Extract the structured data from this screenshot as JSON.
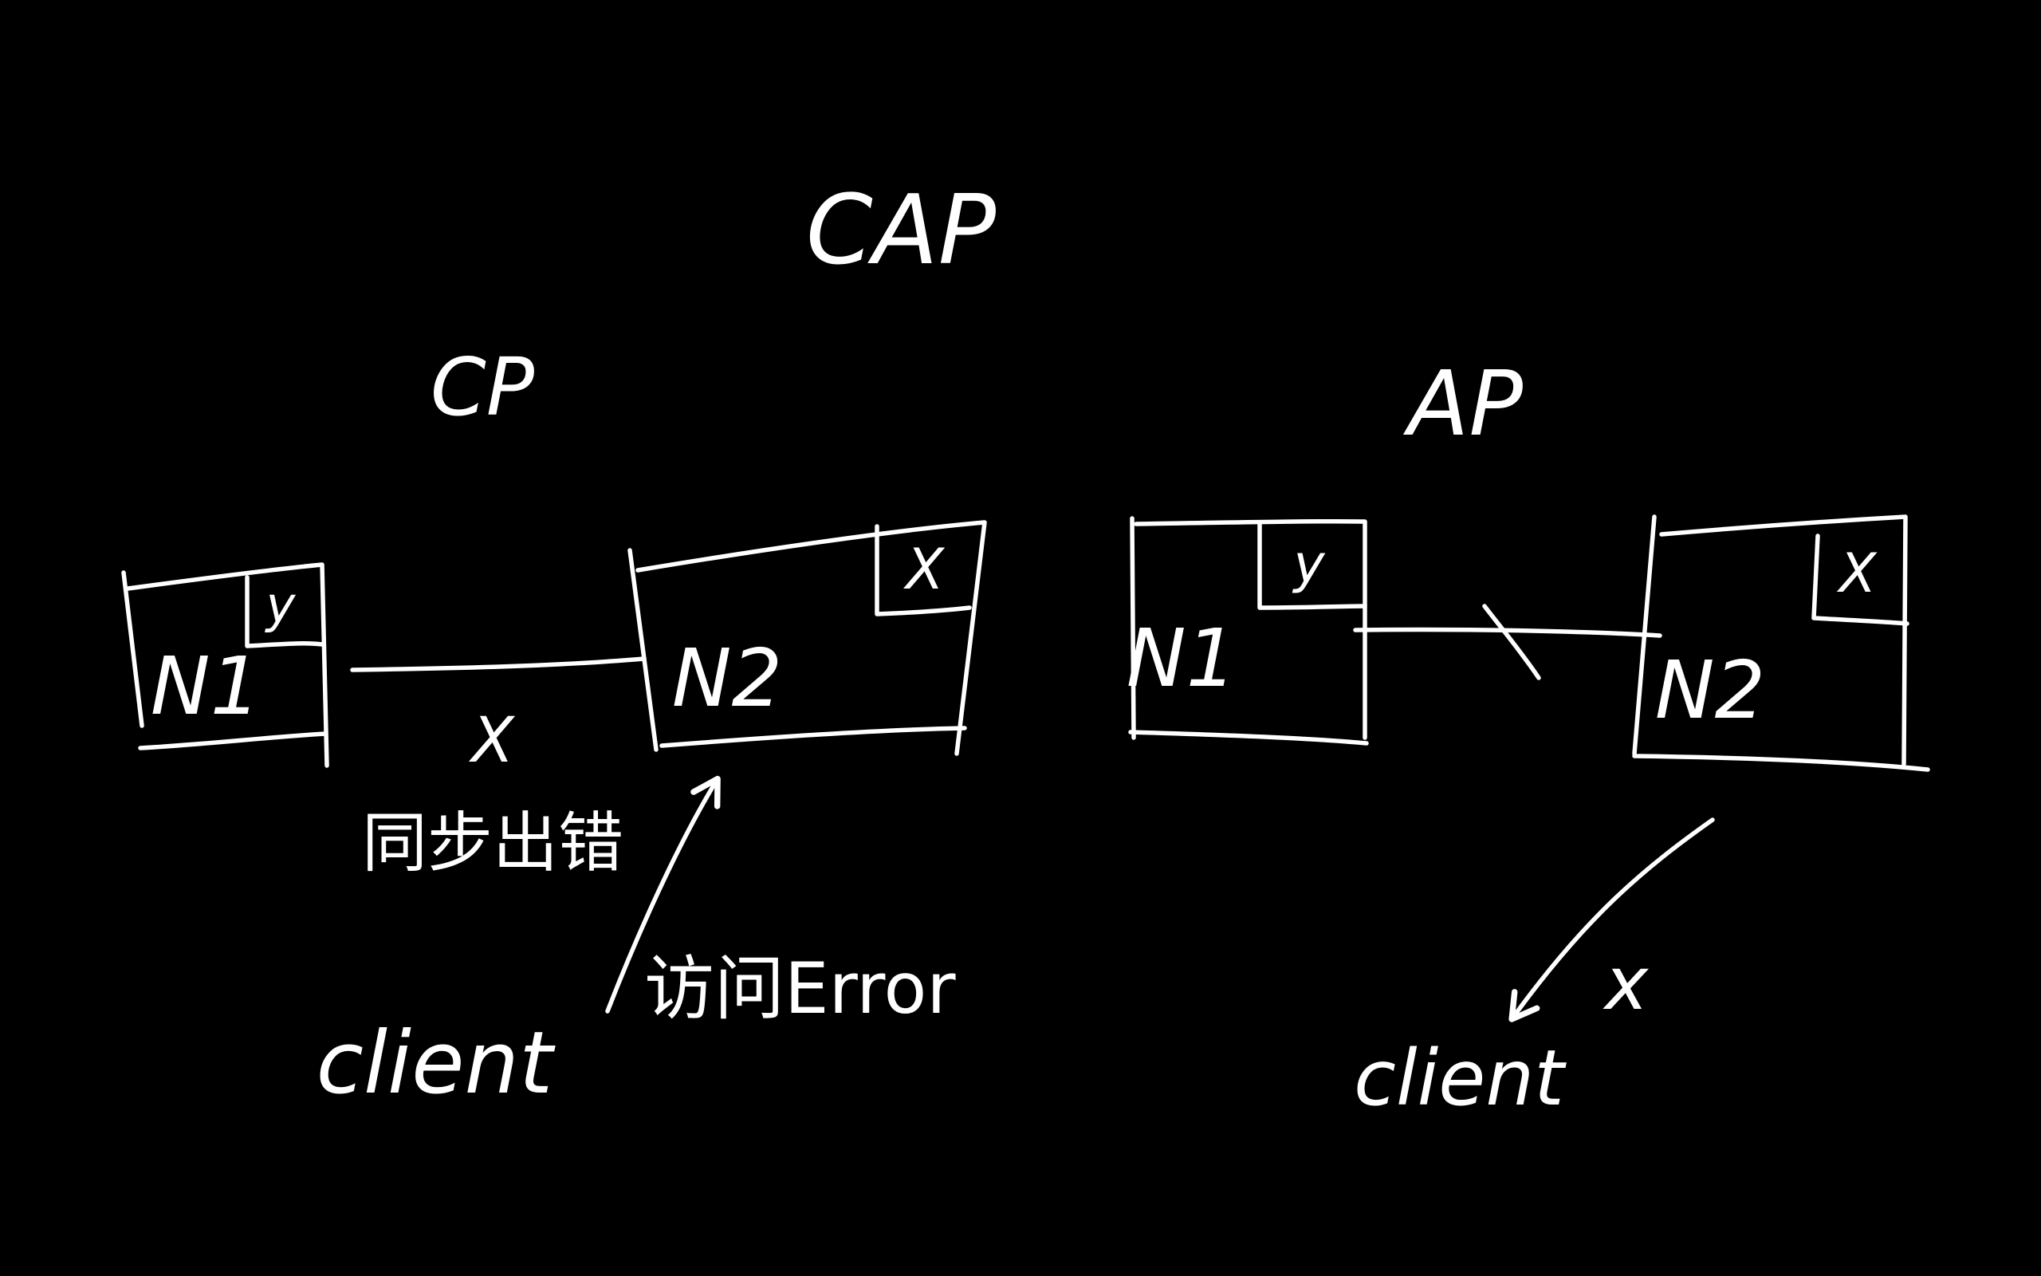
{
  "title": "CAP",
  "cp": {
    "label": "CP",
    "node1": {
      "name": "N1",
      "value": "y"
    },
    "node2": {
      "name": "N2",
      "value": "X"
    },
    "link_mark": "X",
    "sync_error": "同步出错",
    "access_error": "访问Error",
    "client": "client"
  },
  "ap": {
    "label": "AP",
    "node1": {
      "name": "N1",
      "value": "y"
    },
    "node2": {
      "name": "N2",
      "value": "X"
    },
    "response": "x",
    "client": "client"
  },
  "colors": {
    "background": "#000000",
    "ink": "#ffffff"
  }
}
